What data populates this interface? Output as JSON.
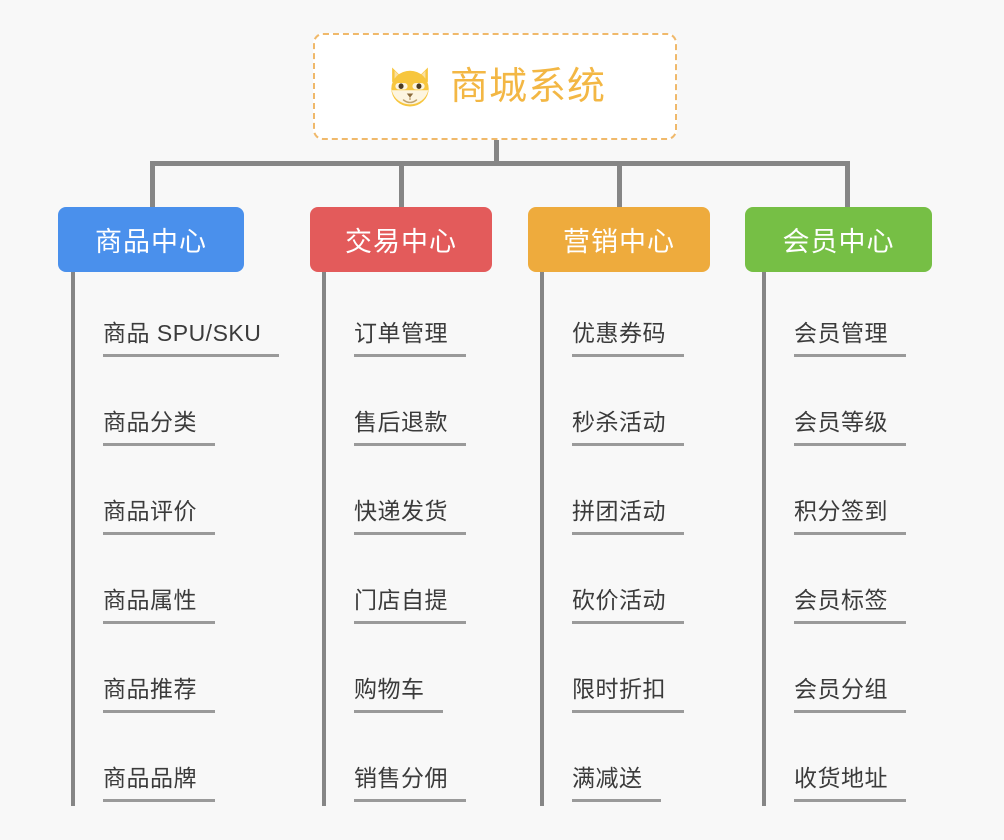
{
  "canvas": {
    "background_color": "#f8f8f8",
    "connector_color": "#868686"
  },
  "root": {
    "title": "商城系统",
    "icon": "shiba-dog-face-icon",
    "text_color": "#f3b744",
    "border_color": "#f0b96b",
    "background_color": "#ffffff"
  },
  "branches": [
    {
      "label": "商品中心",
      "color": "#4a90ec",
      "items": [
        "商品 SPU/SKU",
        "商品分类",
        "商品评价",
        "商品属性",
        "商品推荐",
        "商品品牌"
      ]
    },
    {
      "label": "交易中心",
      "color": "#e35b5b",
      "items": [
        "订单管理",
        "售后退款",
        "快递发货",
        "门店自提",
        "购物车",
        "销售分佣"
      ]
    },
    {
      "label": "营销中心",
      "color": "#eeab3d",
      "items": [
        "优惠券码",
        "秒杀活动",
        "拼团活动",
        "砍价活动",
        "限时折扣",
        "满减送"
      ]
    },
    {
      "label": "会员中心",
      "color": "#76bf45",
      "items": [
        "会员管理",
        "会员等级",
        "积分签到",
        "会员标签",
        "会员分组",
        "收货地址"
      ]
    }
  ]
}
